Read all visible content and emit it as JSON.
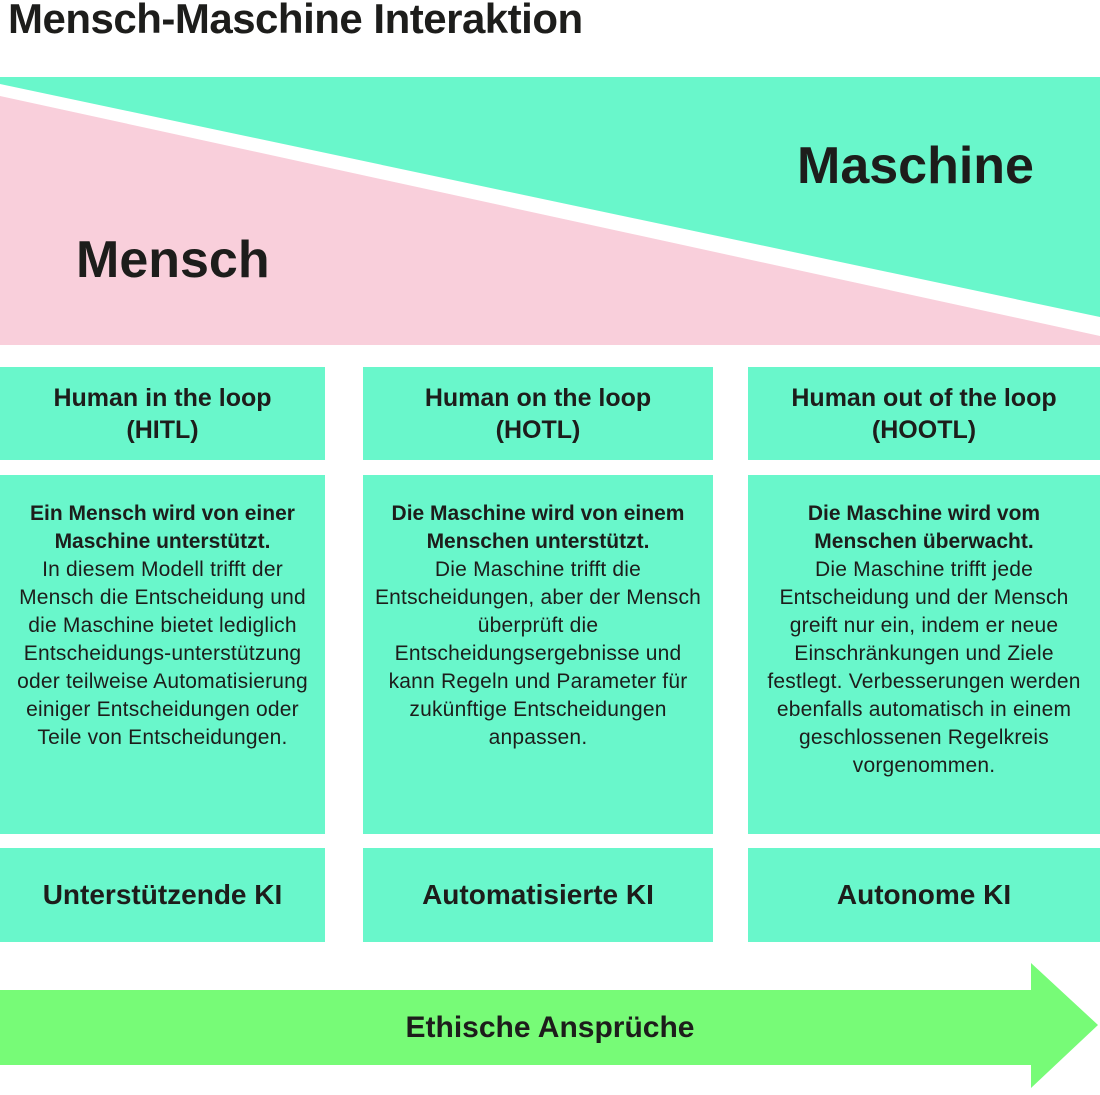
{
  "title": "Mensch-Maschine Interaktion",
  "triangles": {
    "human_label": "Mensch",
    "machine_label": "Maschine"
  },
  "columns": [
    {
      "header_line1": "Human in the loop",
      "header_line2": "(HITL)",
      "description_bold": "Ein Mensch wird von einer Maschine unterstützt.",
      "description_text": "In diesem Modell trifft der Mensch die Entscheidung und die Maschine bietet lediglich Entscheidungs-unterstützung oder teilweise Automatisierung einiger Entscheidungen oder Teile von Entscheidungen.",
      "label": "Unterstützende KI"
    },
    {
      "header_line1": "Human on the loop",
      "header_line2": "(HOTL)",
      "description_bold": "Die Maschine wird von einem Menschen unterstützt.",
      "description_text": "Die Maschine trifft die Entscheidungen, aber der Mensch überprüft die Entscheidungsergebnisse und kann Regeln und Parameter für zukünftige Entscheidungen anpassen.",
      "label": "Automatisierte KI"
    },
    {
      "header_line1": "Human out of the loop",
      "header_line2": "(HOOTL)",
      "description_bold": "Die Maschine wird vom Menschen überwacht.",
      "description_text": "Die Maschine trifft jede Entscheidung und der Mensch greift nur ein, indem er neue Einschränkungen und Ziele festlegt. Verbesserungen werden ebenfalls automatisch in einem geschlossenen Regelkreis vorgenommen.",
      "label": "Autonome KI"
    }
  ],
  "arrow": {
    "label": "Ethische Ansprüche"
  },
  "colors": {
    "teal": "#69f7cb",
    "pink": "#f9cfdb",
    "green": "#77fb77",
    "text": "#1d1d1b"
  }
}
